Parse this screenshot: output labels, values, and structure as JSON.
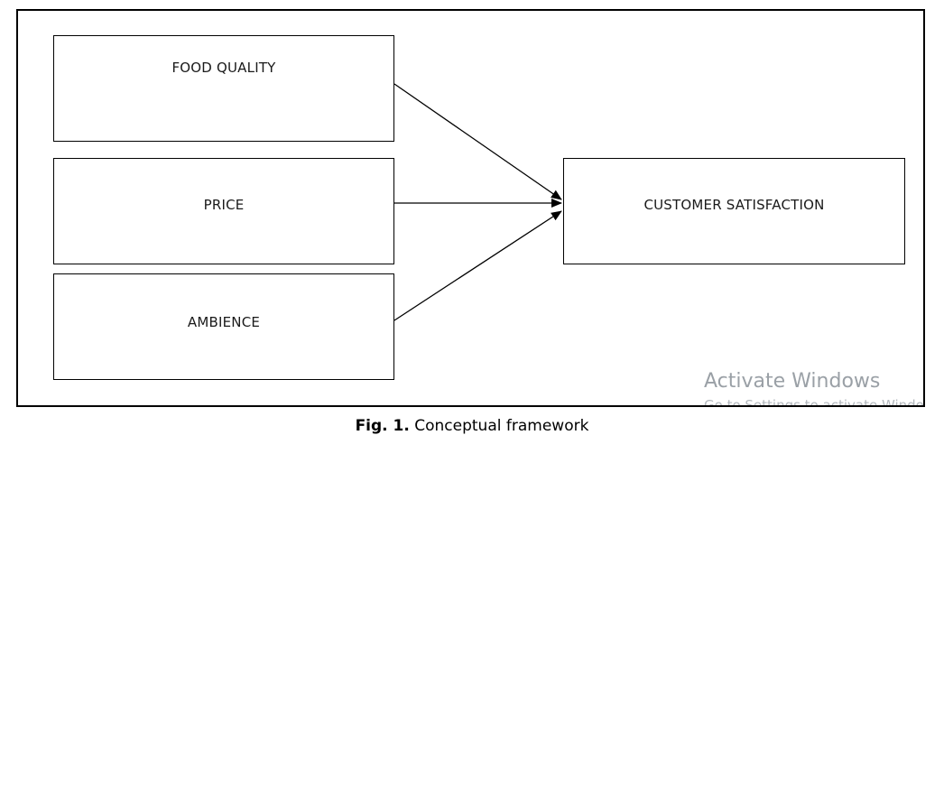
{
  "diagram": {
    "boxes": {
      "food_quality": "FOOD QUALITY",
      "price": "PRICE",
      "ambience": "AMBIENCE",
      "customer_satisfaction": "CUSTOMER SATISFACTION"
    },
    "edges": [
      {
        "from": "food_quality",
        "to": "customer_satisfaction"
      },
      {
        "from": "price",
        "to": "customer_satisfaction"
      },
      {
        "from": "ambience",
        "to": "customer_satisfaction"
      }
    ]
  },
  "watermark": {
    "title": "Activate Windows",
    "subtitle": "Go to Settings to activate Windows."
  },
  "caption": {
    "label": "Fig. 1.",
    "text": " Conceptual framework"
  },
  "colors": {
    "line": "#000000",
    "watermark": "#9aa0a6"
  }
}
